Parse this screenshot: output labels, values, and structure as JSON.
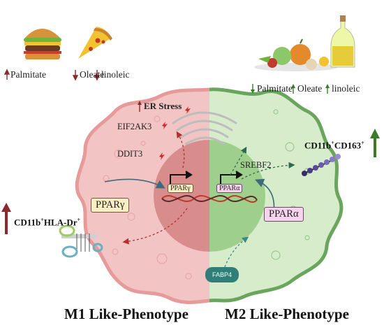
{
  "left_diet": {
    "palmitate": "Palmitate",
    "oleate": "Oleate",
    "linoleic": "linoleic"
  },
  "right_diet": {
    "palmitate": "Palmitate",
    "oleate": "Oleate",
    "linoleic": "linoleic"
  },
  "m1": {
    "er_stress": "ER Stress",
    "eif2ak3": "EIF2AK3",
    "ddit3": "DDIT3",
    "ppar_gamma": "PPARγ",
    "ppar_gamma_nucleus": "PPARγ",
    "marker_prefix": "CD11b",
    "marker_sup1": "+",
    "marker_mid": "HLA-Dr",
    "marker_sup2": "+",
    "phenotype": "M1 Like-Phenotype"
  },
  "m2": {
    "srebf2": "SREBF2",
    "ppar_alpha": "PPARα",
    "ppar_alpha_nucleus": "PPARα",
    "fabp4": "FABP4",
    "marker_prefix": "CD11b",
    "marker_sup1": "+",
    "marker_mid": "CD163",
    "marker_sup2": "+",
    "phenotype": "M2 Like-Phenotype"
  },
  "colors": {
    "m1_fill": "#f3c4c4",
    "m1_outline": "#e79a9a",
    "m2_fill": "#d6eccb",
    "m2_outline": "#6aa55e",
    "nucleus_m1": "#d98c8c",
    "nucleus_m2": "#9fcf8c",
    "up_red": "#8b2a2a",
    "up_green": "#3a7a2a"
  }
}
